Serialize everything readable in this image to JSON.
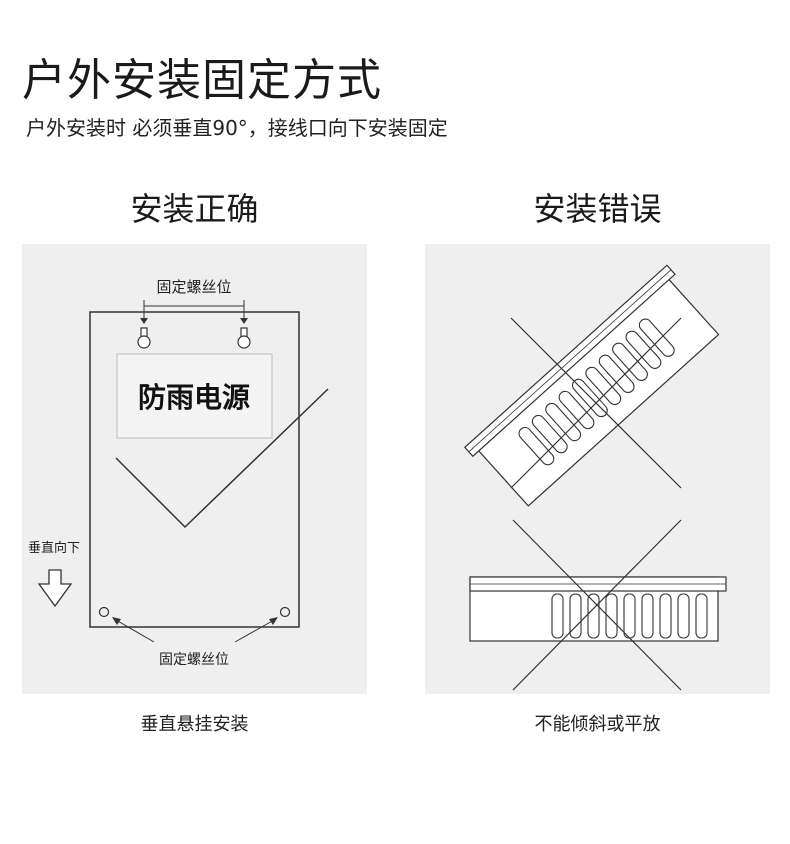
{
  "header": {
    "title": "户外安装固定方式",
    "subtitle": "户外安装时 必须垂直90°，接线口向下安装固定"
  },
  "correct": {
    "heading": "安装正确",
    "top_label": "固定螺丝位",
    "product_label": "防雨电源",
    "arrow_label": "垂直向下",
    "bottom_label": "固定螺丝位",
    "caption": "垂直悬挂安装"
  },
  "wrong": {
    "heading": "安装错误",
    "caption": "不能倾斜或平放"
  },
  "colors": {
    "panel_bg": "#efefef",
    "line": "#333333"
  }
}
